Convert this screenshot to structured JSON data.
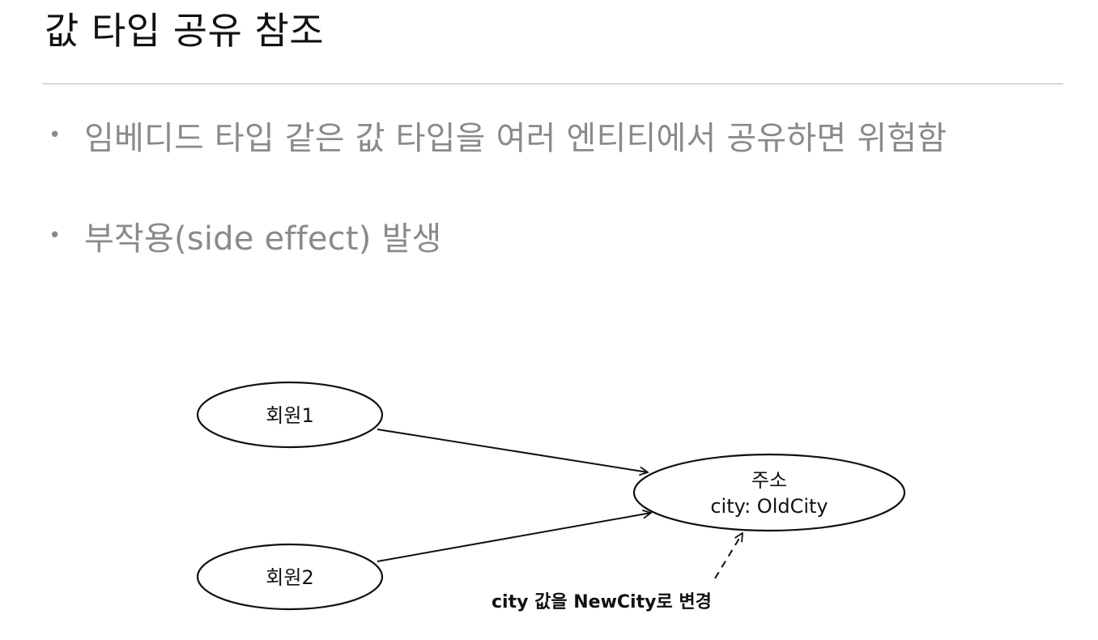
{
  "title": "값 타입 공유 참조",
  "bullets": [
    "임베디드 타입 같은 값 타입을 여러 엔티티에서 공유하면 위험함",
    "부작용(side effect) 발생"
  ],
  "diagram": {
    "node_member1": "회원1",
    "node_member2": "회원2",
    "node_address_title": "주소",
    "node_address_value": "city: OldCity",
    "annotation": "city 값을 NewCity로 변경"
  }
}
